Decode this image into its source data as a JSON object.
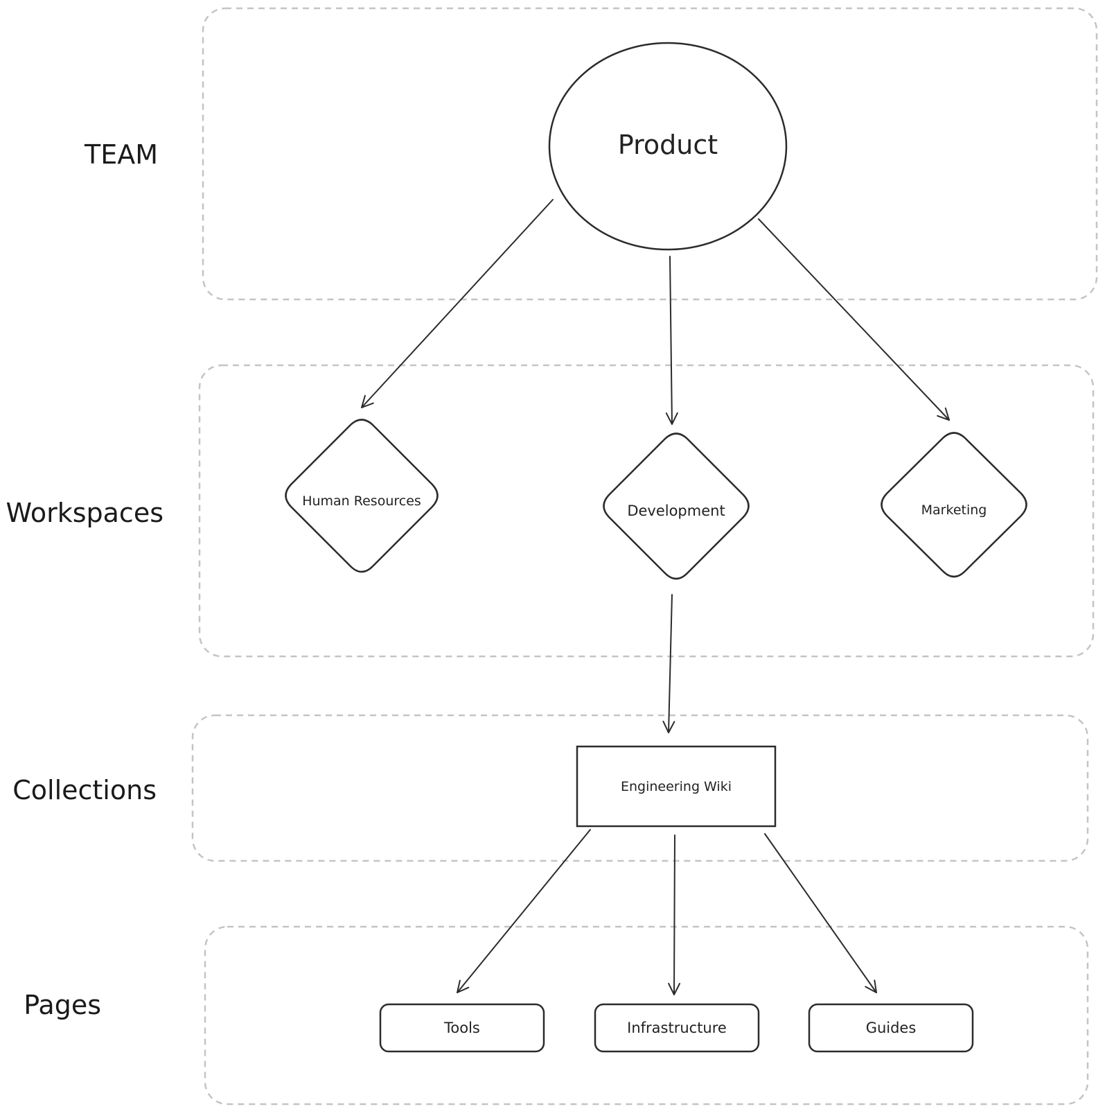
{
  "tiers": {
    "team": "TEAM",
    "workspaces": "Workspaces",
    "collections": "Collections",
    "pages": "Pages"
  },
  "team": {
    "name": "Product"
  },
  "workspaces": [
    "Human Resources",
    "Development",
    "Marketing"
  ],
  "collection": {
    "name": "Engineering Wiki"
  },
  "pages": [
    "Tools",
    "Infrastructure",
    "Guides"
  ],
  "colors": {
    "stroke": "#2b2b2b",
    "zone_border": "#c4c4c4",
    "background": "#ffffff"
  }
}
